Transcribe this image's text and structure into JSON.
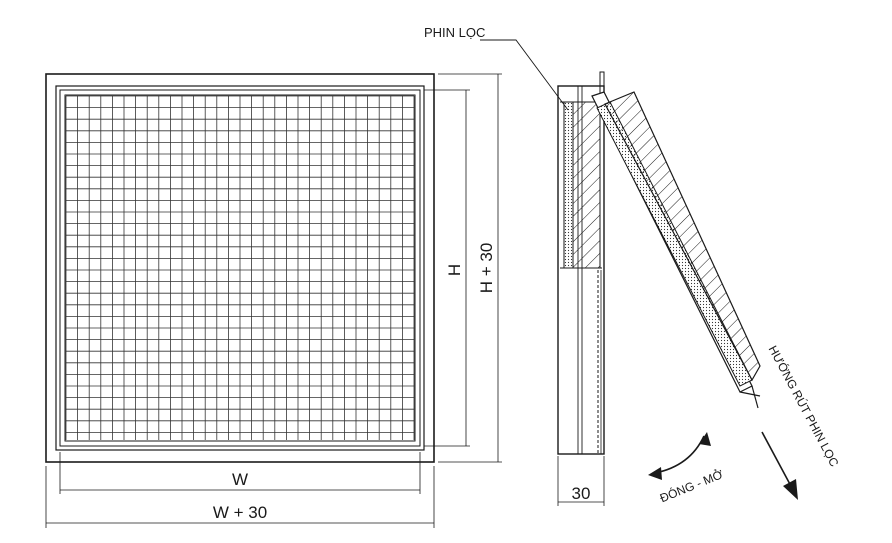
{
  "labels": {
    "filter": "PHIN LỌC",
    "height": "H",
    "height_plus": "H + 30",
    "width": "W",
    "width_plus": "W + 30",
    "depth": "30",
    "open_close": "ĐÓNG - MỞ",
    "pull_direction": "HƯỚNG RÚT PHIN LỌC"
  },
  "colors": {
    "line": "#1a1a1a",
    "background": "#ffffff"
  }
}
